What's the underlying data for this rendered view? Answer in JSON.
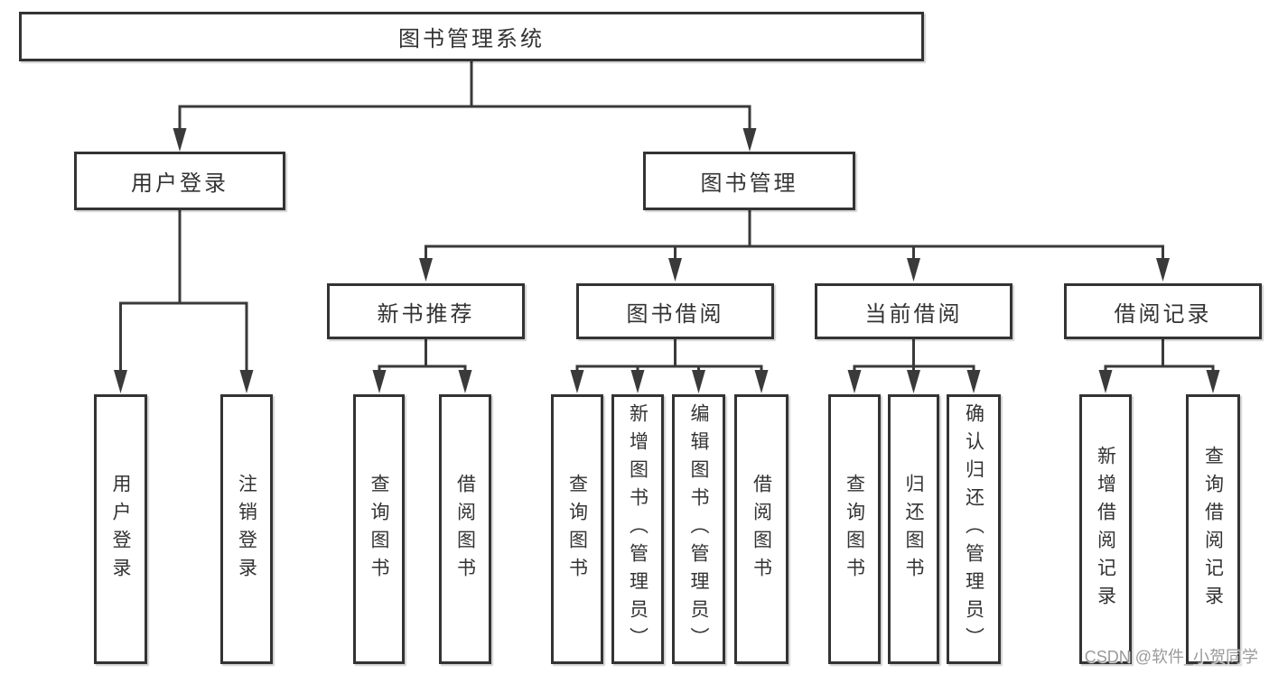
{
  "title": "图书管理系统",
  "branches": [
    {
      "label": "用户登录",
      "children": [
        {
          "label": "用户登录"
        },
        {
          "label": "注销登录"
        }
      ]
    },
    {
      "label": "图书管理",
      "children": [
        {
          "label": "新书推荐",
          "children": [
            {
              "label": "查询图书"
            },
            {
              "label": "借阅图书"
            }
          ]
        },
        {
          "label": "图书借阅",
          "children": [
            {
              "label": "查询图书"
            },
            {
              "label": "新增图书（管理员）"
            },
            {
              "label": "编辑图书（管理员）"
            },
            {
              "label": "借阅图书"
            }
          ]
        },
        {
          "label": "当前借阅",
          "children": [
            {
              "label": "查询图书"
            },
            {
              "label": "归还图书"
            },
            {
              "label": "确认归还（管理员）"
            }
          ]
        },
        {
          "label": "借阅记录",
          "children": [
            {
              "label": "新增借阅记录"
            },
            {
              "label": "查询借阅记录"
            }
          ]
        }
      ]
    }
  ],
  "watermark": "CSDN @软件_小贺同学",
  "colors": {
    "line": "#3a3a3a",
    "box_border": "#333333",
    "box_bg": "#ffffff",
    "text": "#333333",
    "watermark": "#9a9a9a"
  }
}
